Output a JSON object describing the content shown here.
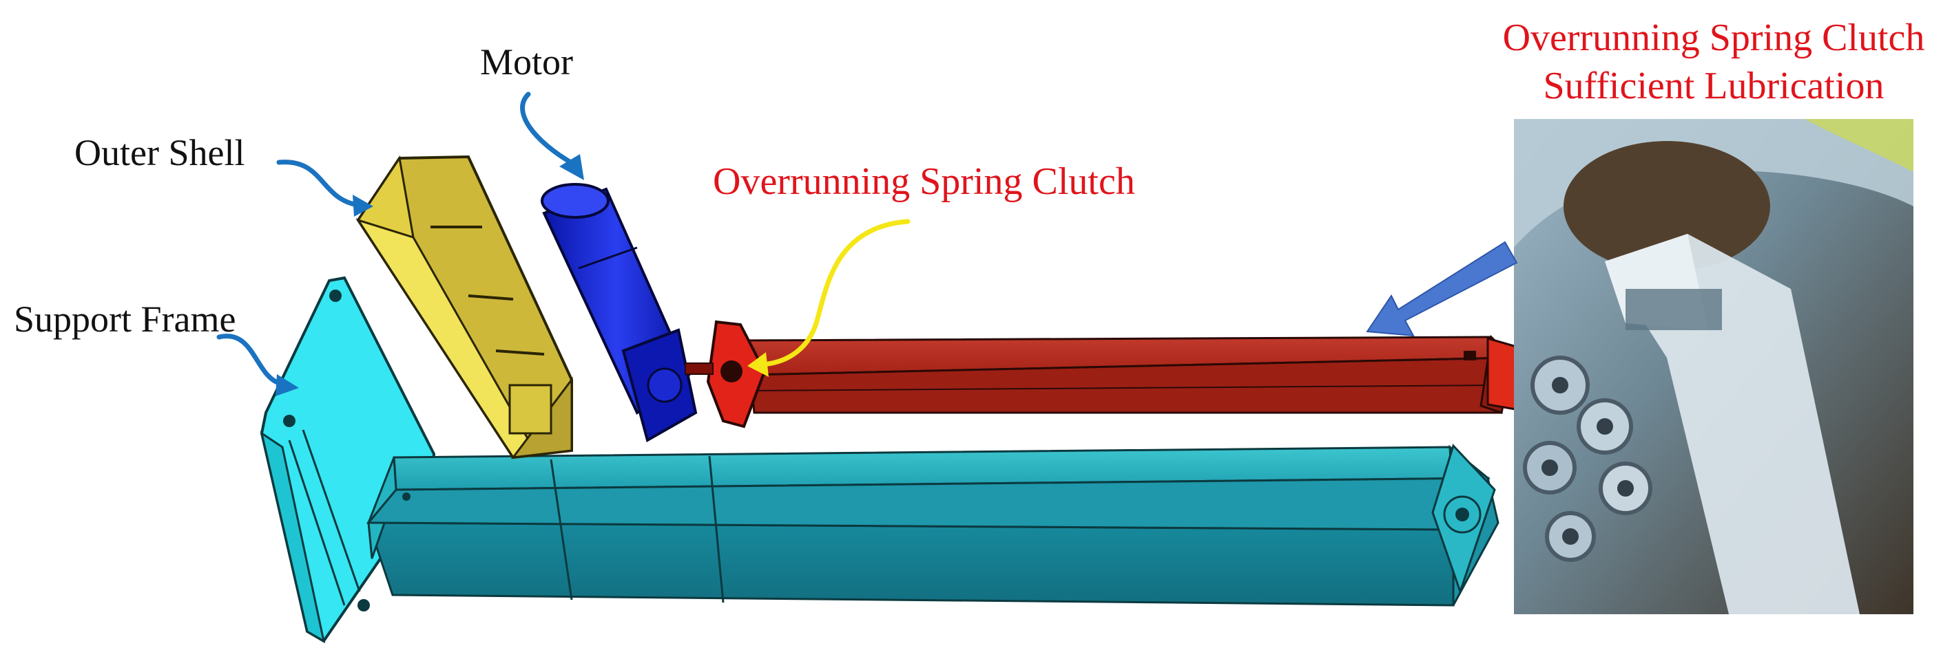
{
  "labels": {
    "motor": "Motor",
    "outer_shell": "Outer Shell",
    "support_frame": "Support Frame",
    "clutch": "Overrunning Spring Clutch",
    "photo_title_line1": "Overrunning Spring Clutch",
    "photo_title_line2": "Sufficient Lubrication"
  },
  "colors": {
    "label_text": "#111111",
    "highlight_text": "#e0141b",
    "leader_arrow": "#1a73c0",
    "clutch_arrow": "#f5e616",
    "photo_arrow": "#4a78d0",
    "outer_shell": "#d8c43a",
    "motor": "#1424c8",
    "support_frame": "#36e6f2",
    "inner_tube": "#b4291e",
    "outer_tube": "#2aa6b6",
    "clutch_part": "#e2231a"
  }
}
